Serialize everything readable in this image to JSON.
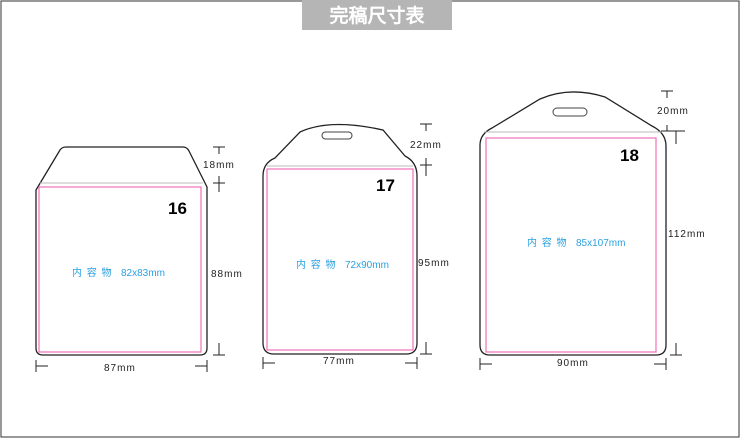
{
  "title": "完稿尺寸表",
  "cards": [
    {
      "number": "16",
      "content_label": "内 容 物",
      "content_size": "82x83mm",
      "top_dim": "18mm",
      "height_dim": "88mm",
      "width_dim": "87mm"
    },
    {
      "number": "17",
      "content_label": "内 容 物",
      "content_size": "72x90mm",
      "top_dim": "22mm",
      "height_dim": "95mm",
      "width_dim": "77mm"
    },
    {
      "number": "18",
      "content_label": "内 容 物",
      "content_size": "85x107mm",
      "top_dim": "20mm",
      "height_dim": "112mm",
      "width_dim": "90mm"
    }
  ],
  "colors": {
    "content_text": "#2aa0e0",
    "inner_border": "#f070b8",
    "title_bg": "#b5b5b5"
  }
}
